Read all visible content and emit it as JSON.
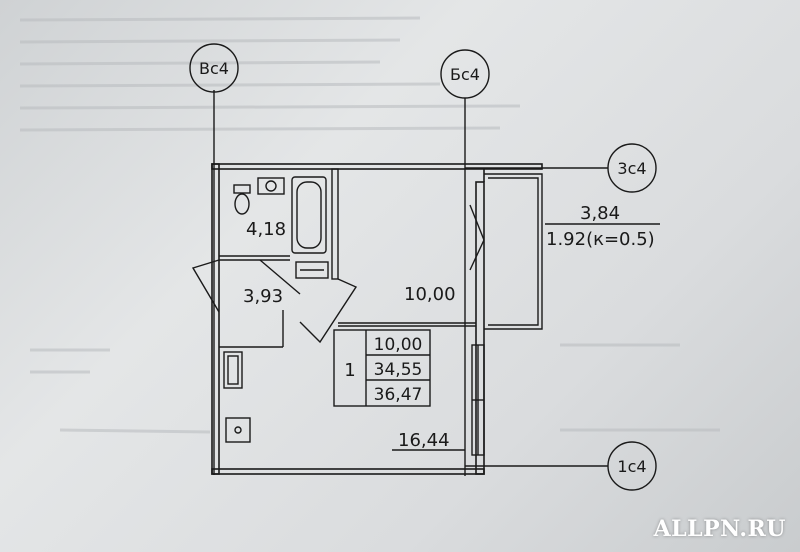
{
  "axes": {
    "vc4": "Вс4",
    "bc4": "Бс4",
    "zc4": "3с4",
    "oc4": "1с4"
  },
  "rooms": {
    "bathroom": "4,18",
    "hallway": "3,93",
    "kitchen": "10,00",
    "living": "16,44"
  },
  "balcony": {
    "area": "3,84",
    "reduced": "1.92(к=0.5)"
  },
  "apartment_table": {
    "rooms_count": "1",
    "living_area": "10,00",
    "total_area": "34,55",
    "total_with_balcony": "36,47"
  },
  "watermark": "ALLPN.RU",
  "colors": {
    "ink": "#1a1a1a",
    "paper": "#d9dbdc"
  }
}
